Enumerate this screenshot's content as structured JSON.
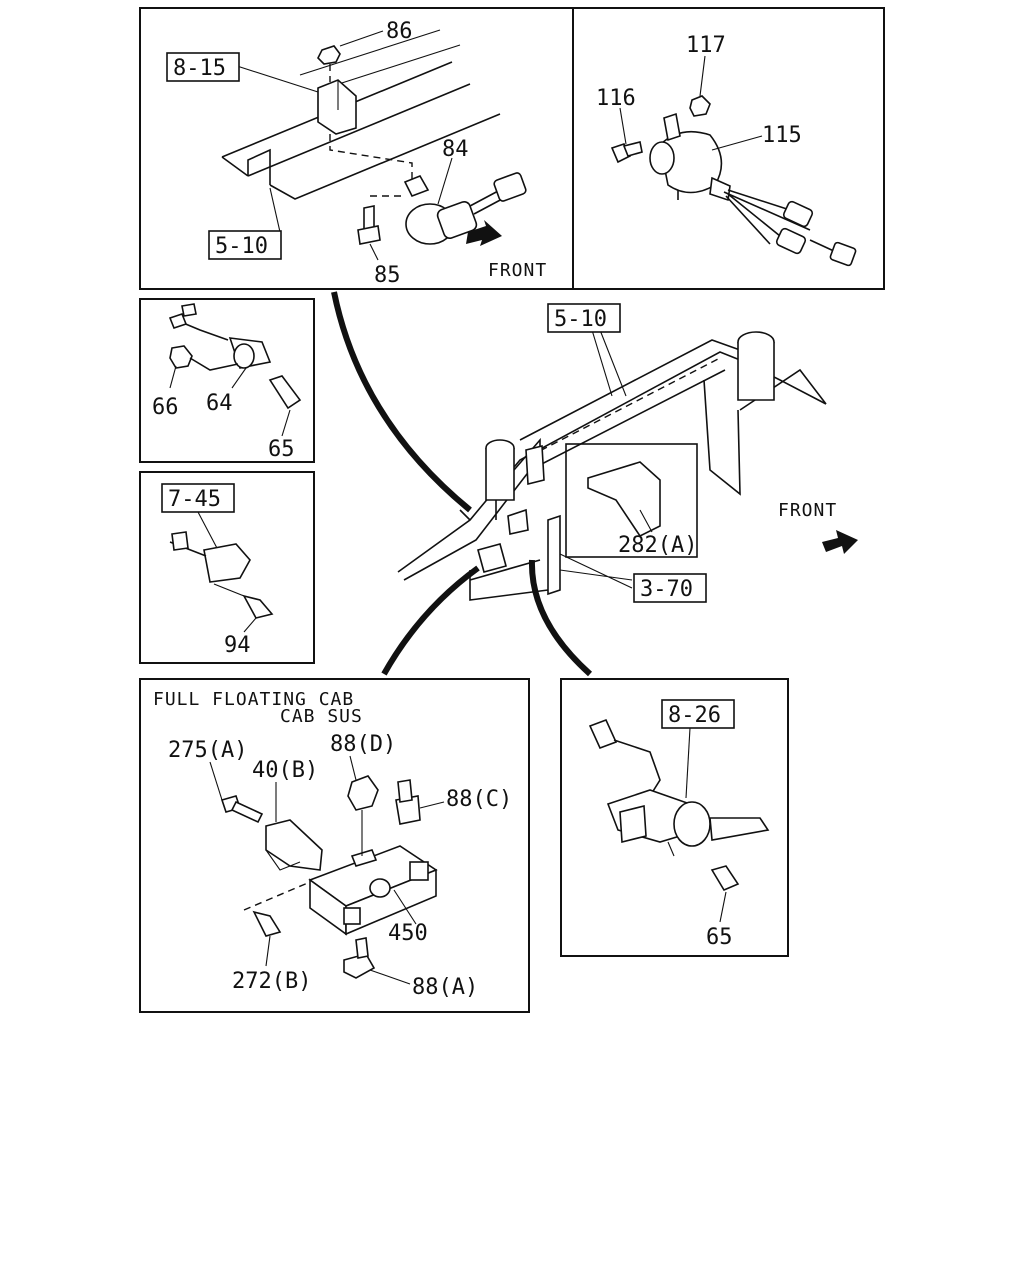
{
  "panels": {
    "top_left": {
      "callouts": [
        "86",
        "84",
        "85"
      ],
      "refs": [
        "8-15",
        "5-10"
      ],
      "front_label": "FRONT"
    },
    "top_right": {
      "callouts": [
        "117",
        "116",
        "115"
      ]
    },
    "mid_left_1": {
      "callouts": [
        "66",
        "64",
        "65"
      ]
    },
    "mid_left_2": {
      "refs": [
        "7-45"
      ],
      "callouts": [
        "94"
      ]
    },
    "main": {
      "refs": [
        "5-10",
        "3-70"
      ],
      "callouts": [
        "282(A)"
      ],
      "front_label": "FRONT"
    },
    "bottom_left": {
      "title_line1": "FULL FLOATING CAB",
      "title_line2": "CAB SUS",
      "callouts": [
        "275(A)",
        "40(B)",
        "88(D)",
        "88(C)",
        "450",
        "272(B)",
        "88(A)"
      ]
    },
    "bottom_right": {
      "refs": [
        "8-26"
      ],
      "callouts": [
        "65"
      ]
    }
  }
}
